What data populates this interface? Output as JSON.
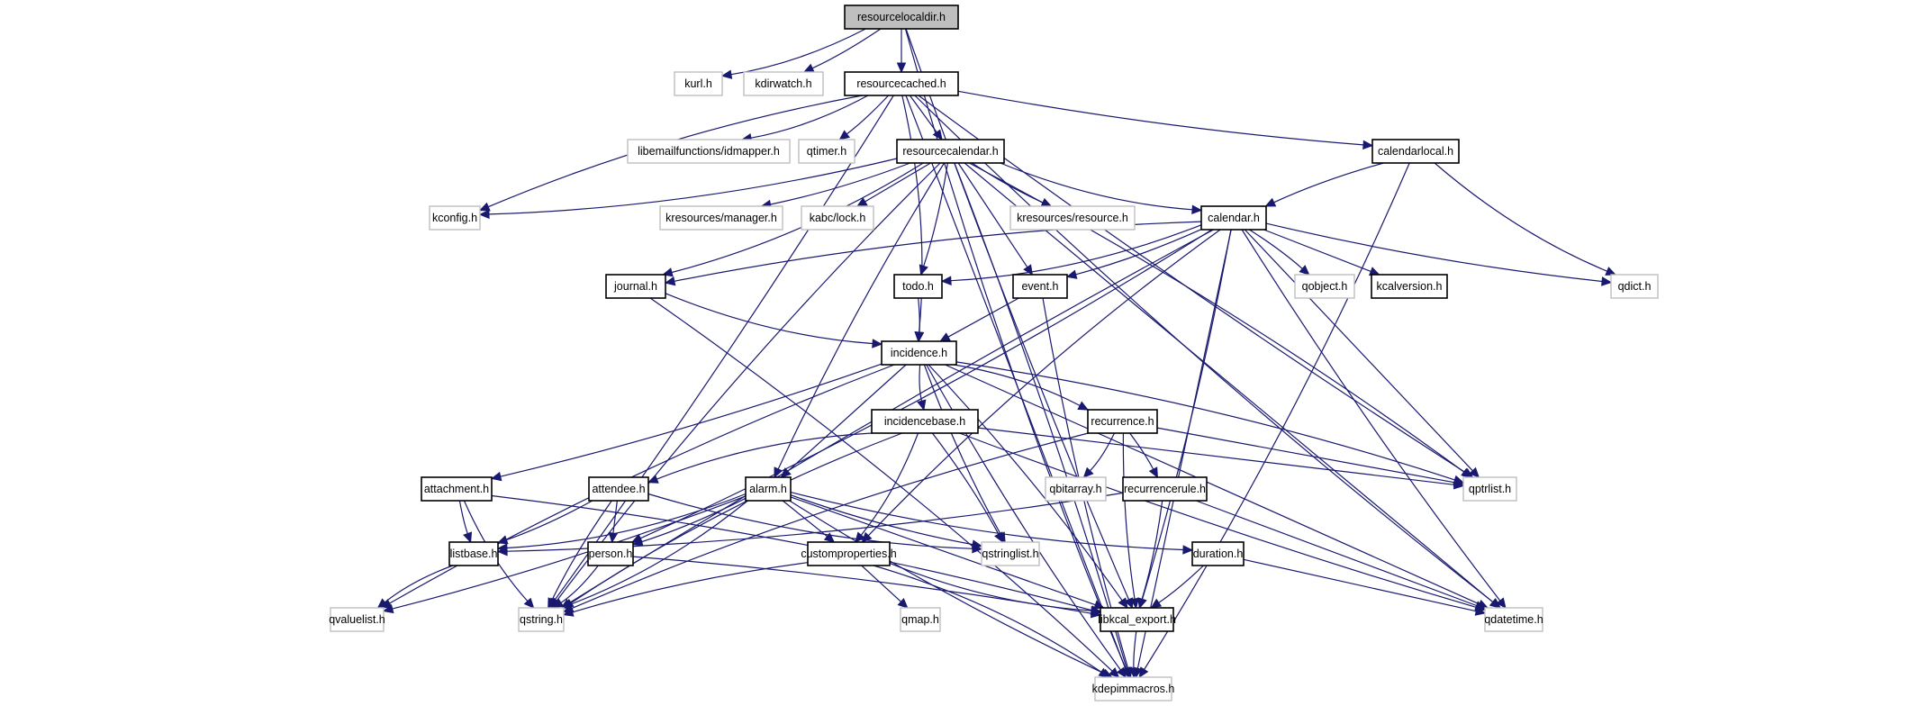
{
  "diagram": {
    "title": "resourcelocaldir.h include dependency graph",
    "colors": {
      "edge": "#191970",
      "root_fill": "#bfbfbf",
      "local_border": "#000000",
      "external_border": "#bfbfbf"
    },
    "nodes": [
      {
        "id": "resourcelocaldir",
        "label": "resourcelocaldir.h",
        "kind": "root"
      },
      {
        "id": "kurl",
        "label": "kurl.h",
        "kind": "external"
      },
      {
        "id": "kdirwatch",
        "label": "kdirwatch.h",
        "kind": "external"
      },
      {
        "id": "resourcecached",
        "label": "resourcecached.h",
        "kind": "local"
      },
      {
        "id": "idmapper",
        "label": "libemailfunctions/idmapper.h",
        "kind": "external"
      },
      {
        "id": "qtimer",
        "label": "qtimer.h",
        "kind": "external"
      },
      {
        "id": "resourcecalendar",
        "label": "resourcecalendar.h",
        "kind": "local"
      },
      {
        "id": "calendarlocal",
        "label": "calendarlocal.h",
        "kind": "local"
      },
      {
        "id": "kconfig",
        "label": "kconfig.h",
        "kind": "external"
      },
      {
        "id": "krmanager",
        "label": "kresources/manager.h",
        "kind": "external"
      },
      {
        "id": "kabclock",
        "label": "kabc/lock.h",
        "kind": "external"
      },
      {
        "id": "krresource",
        "label": "kresources/resource.h",
        "kind": "external"
      },
      {
        "id": "calendar",
        "label": "calendar.h",
        "kind": "local"
      },
      {
        "id": "journal",
        "label": "journal.h",
        "kind": "local"
      },
      {
        "id": "todo",
        "label": "todo.h",
        "kind": "local"
      },
      {
        "id": "event",
        "label": "event.h",
        "kind": "local"
      },
      {
        "id": "qobject",
        "label": "qobject.h",
        "kind": "external"
      },
      {
        "id": "kcalversion",
        "label": "kcalversion.h",
        "kind": "local"
      },
      {
        "id": "qdict",
        "label": "qdict.h",
        "kind": "external"
      },
      {
        "id": "incidence",
        "label": "incidence.h",
        "kind": "local"
      },
      {
        "id": "incidencebase",
        "label": "incidencebase.h",
        "kind": "local"
      },
      {
        "id": "recurrence",
        "label": "recurrence.h",
        "kind": "local"
      },
      {
        "id": "attachment",
        "label": "attachment.h",
        "kind": "local"
      },
      {
        "id": "attendee",
        "label": "attendee.h",
        "kind": "local"
      },
      {
        "id": "alarm",
        "label": "alarm.h",
        "kind": "local"
      },
      {
        "id": "qbitarray",
        "label": "qbitarray.h",
        "kind": "external"
      },
      {
        "id": "recurrencerule",
        "label": "recurrencerule.h",
        "kind": "local"
      },
      {
        "id": "qptrlist",
        "label": "qptrlist.h",
        "kind": "external"
      },
      {
        "id": "listbase",
        "label": "listbase.h",
        "kind": "local"
      },
      {
        "id": "person",
        "label": "person.h",
        "kind": "local"
      },
      {
        "id": "customproperties",
        "label": "customproperties.h",
        "kind": "local"
      },
      {
        "id": "qstringlist",
        "label": "qstringlist.h",
        "kind": "external"
      },
      {
        "id": "duration",
        "label": "duration.h",
        "kind": "local"
      },
      {
        "id": "qvaluelist",
        "label": "qvaluelist.h",
        "kind": "external"
      },
      {
        "id": "qstring",
        "label": "qstring.h",
        "kind": "external"
      },
      {
        "id": "qmap",
        "label": "qmap.h",
        "kind": "external"
      },
      {
        "id": "libkcal_export",
        "label": "libkcal_export.h",
        "kind": "local"
      },
      {
        "id": "qdatetime",
        "label": "qdatetime.h",
        "kind": "external"
      },
      {
        "id": "kdepimmacros",
        "label": "kdepimmacros.h",
        "kind": "external"
      }
    ],
    "edges": [
      [
        "resourcelocaldir",
        "kurl"
      ],
      [
        "resourcelocaldir",
        "kdirwatch"
      ],
      [
        "resourcelocaldir",
        "resourcecached"
      ],
      [
        "resourcelocaldir",
        "libkcal_export"
      ],
      [
        "resourcelocaldir",
        "kdepimmacros"
      ],
      [
        "resourcecached",
        "idmapper"
      ],
      [
        "resourcecached",
        "qtimer"
      ],
      [
        "resourcecached",
        "resourcecalendar"
      ],
      [
        "resourcecached",
        "calendarlocal"
      ],
      [
        "resourcecached",
        "kconfig"
      ],
      [
        "resourcecached",
        "incidence"
      ],
      [
        "resourcecached",
        "qstring"
      ],
      [
        "resourcecached",
        "kdepimmacros"
      ],
      [
        "resourcecached",
        "qptrlist"
      ],
      [
        "resourcecached",
        "qdatetime"
      ],
      [
        "resourcecalendar",
        "kconfig"
      ],
      [
        "resourcecalendar",
        "krmanager"
      ],
      [
        "resourcecalendar",
        "kabclock"
      ],
      [
        "resourcecalendar",
        "krresource"
      ],
      [
        "resourcecalendar",
        "calendar"
      ],
      [
        "resourcecalendar",
        "journal"
      ],
      [
        "resourcecalendar",
        "todo"
      ],
      [
        "resourcecalendar",
        "event"
      ],
      [
        "resourcecalendar",
        "alarm"
      ],
      [
        "resourcecalendar",
        "qstring"
      ],
      [
        "resourcecalendar",
        "qptrlist"
      ],
      [
        "resourcecalendar",
        "kdepimmacros"
      ],
      [
        "resourcecalendar",
        "qdatetime"
      ],
      [
        "calendarlocal",
        "calendar"
      ],
      [
        "calendarlocal",
        "qdict"
      ],
      [
        "calendarlocal",
        "kdepimmacros"
      ],
      [
        "calendar",
        "qobject"
      ],
      [
        "calendar",
        "kcalversion"
      ],
      [
        "calendar",
        "qdict"
      ],
      [
        "calendar",
        "journal"
      ],
      [
        "calendar",
        "todo"
      ],
      [
        "calendar",
        "event"
      ],
      [
        "calendar",
        "qptrlist"
      ],
      [
        "calendar",
        "qdatetime"
      ],
      [
        "calendar",
        "customproperties"
      ],
      [
        "calendar",
        "person"
      ],
      [
        "calendar",
        "libkcal_export"
      ],
      [
        "calendar",
        "kdepimmacros"
      ],
      [
        "calendar",
        "qstring"
      ],
      [
        "journal",
        "incidence"
      ],
      [
        "journal",
        "kdepimmacros"
      ],
      [
        "todo",
        "incidence"
      ],
      [
        "event",
        "incidence"
      ],
      [
        "event",
        "kdepimmacros"
      ],
      [
        "incidence",
        "incidencebase"
      ],
      [
        "incidence",
        "recurrence"
      ],
      [
        "incidence",
        "attachment"
      ],
      [
        "incidence",
        "alarm"
      ],
      [
        "incidence",
        "qstringlist"
      ],
      [
        "incidence",
        "qvaluelist"
      ],
      [
        "incidence",
        "qptrlist"
      ],
      [
        "incidence",
        "libkcal_export"
      ],
      [
        "incidence",
        "qdatetime"
      ],
      [
        "incidence",
        "kdepimmacros"
      ],
      [
        "incidencebase",
        "attendee"
      ],
      [
        "incidencebase",
        "customproperties"
      ],
      [
        "incidencebase",
        "qstringlist"
      ],
      [
        "incidencebase",
        "qptrlist"
      ],
      [
        "incidencebase",
        "qdatetime"
      ],
      [
        "incidencebase",
        "qstring"
      ],
      [
        "recurrence",
        "qbitarray"
      ],
      [
        "recurrence",
        "recurrencerule"
      ],
      [
        "recurrence",
        "qptrlist"
      ],
      [
        "recurrence",
        "libkcal_export"
      ],
      [
        "recurrence",
        "qstring"
      ],
      [
        "recurrencerule",
        "listbase"
      ],
      [
        "recurrencerule",
        "libkcal_export"
      ],
      [
        "recurrencerule",
        "qdatetime"
      ],
      [
        "attachment",
        "listbase"
      ],
      [
        "attachment",
        "qstring"
      ],
      [
        "attachment",
        "libkcal_export"
      ],
      [
        "attendee",
        "listbase"
      ],
      [
        "attendee",
        "person"
      ],
      [
        "attendee",
        "qstring"
      ],
      [
        "attendee",
        "qstringlist"
      ],
      [
        "alarm",
        "listbase"
      ],
      [
        "alarm",
        "person"
      ],
      [
        "alarm",
        "customproperties"
      ],
      [
        "alarm",
        "qstringlist"
      ],
      [
        "alarm",
        "duration"
      ],
      [
        "alarm",
        "qstring"
      ],
      [
        "alarm",
        "qvaluelist"
      ],
      [
        "alarm",
        "libkcal_export"
      ],
      [
        "alarm",
        "kdepimmacros"
      ],
      [
        "listbase",
        "qvaluelist"
      ],
      [
        "person",
        "qstring"
      ],
      [
        "person",
        "libkcal_export"
      ],
      [
        "customproperties",
        "qmap"
      ],
      [
        "customproperties",
        "qstring"
      ],
      [
        "customproperties",
        "libkcal_export"
      ],
      [
        "customproperties",
        "kdepimmacros"
      ],
      [
        "duration",
        "libkcal_export"
      ],
      [
        "duration",
        "qdatetime"
      ],
      [
        "libkcal_export",
        "kdepimmacros"
      ]
    ]
  }
}
